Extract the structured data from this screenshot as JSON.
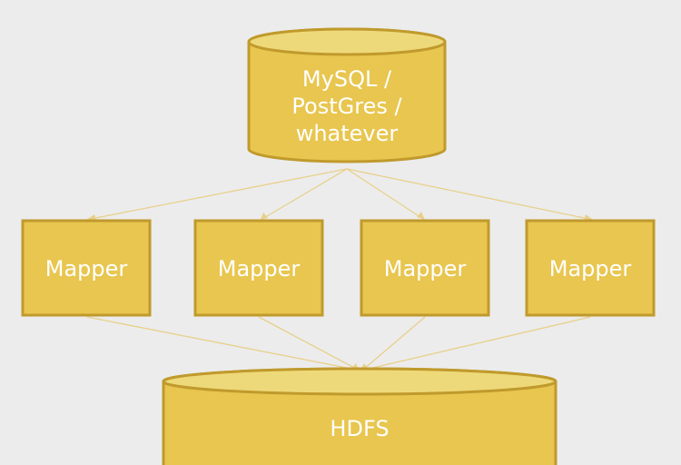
{
  "source": {
    "label": "MySQL /\nPostGres /\nwhatever"
  },
  "mappers": [
    {
      "label": "Mapper"
    },
    {
      "label": "Mapper"
    },
    {
      "label": "Mapper"
    },
    {
      "label": "Mapper"
    }
  ],
  "sink": {
    "label": "HDFS"
  },
  "colors": {
    "background": "#ececec",
    "fill": "#e8c64f",
    "stroke": "#c09a2c",
    "connector": "#e8d08a",
    "text": "#ffffff"
  }
}
